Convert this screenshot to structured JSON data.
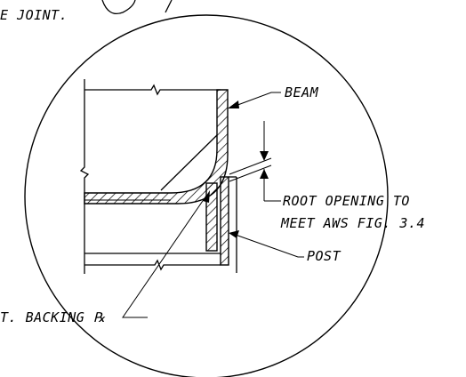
{
  "labels": {
    "top_note": "E JOINT.",
    "beam": "BEAM",
    "root_opening_1": "ROOT OPENING TO",
    "root_opening_2": "MEET AWS FIG. 3.4",
    "post": "POST",
    "backing": "T. BACKING ℞"
  },
  "colors": {
    "ink": "#000000",
    "paper": "#ffffff"
  }
}
